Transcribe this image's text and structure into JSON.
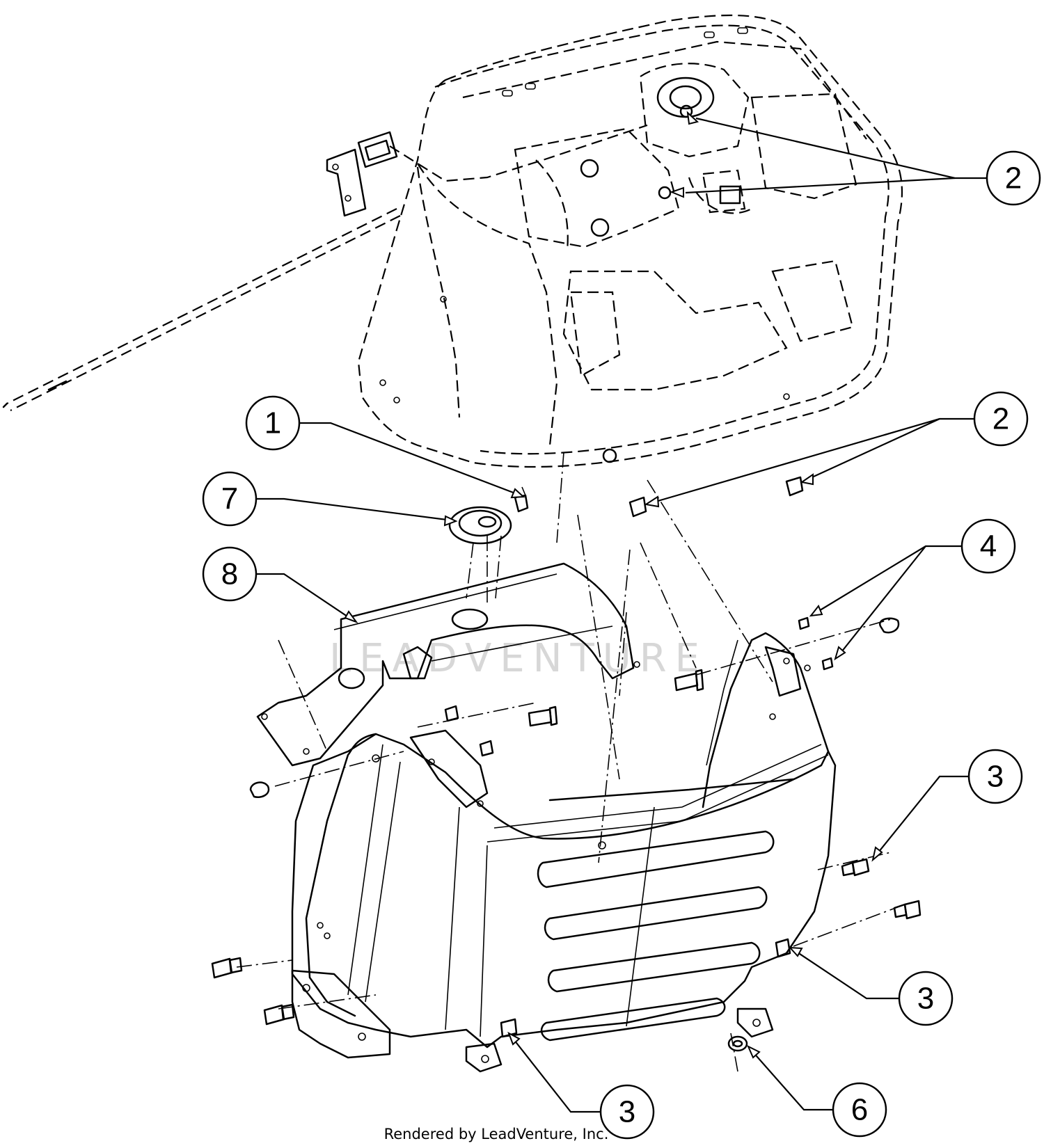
{
  "callouts": [
    {
      "id": "c2a",
      "label": "2"
    },
    {
      "id": "c2b",
      "label": "2"
    },
    {
      "id": "c1",
      "label": "1"
    },
    {
      "id": "c7",
      "label": "7"
    },
    {
      "id": "c8",
      "label": "8"
    },
    {
      "id": "c4",
      "label": "4"
    },
    {
      "id": "c3a",
      "label": "3"
    },
    {
      "id": "c3b",
      "label": "3"
    },
    {
      "id": "c3c",
      "label": "3"
    },
    {
      "id": "c6",
      "label": "6"
    }
  ],
  "watermark": "LEADVENTURE",
  "footer_text": "Rendered by LeadVenture, Inc.",
  "colors": {
    "line": "#000000",
    "background": "#ffffff",
    "watermark": "#d7d7d7"
  }
}
